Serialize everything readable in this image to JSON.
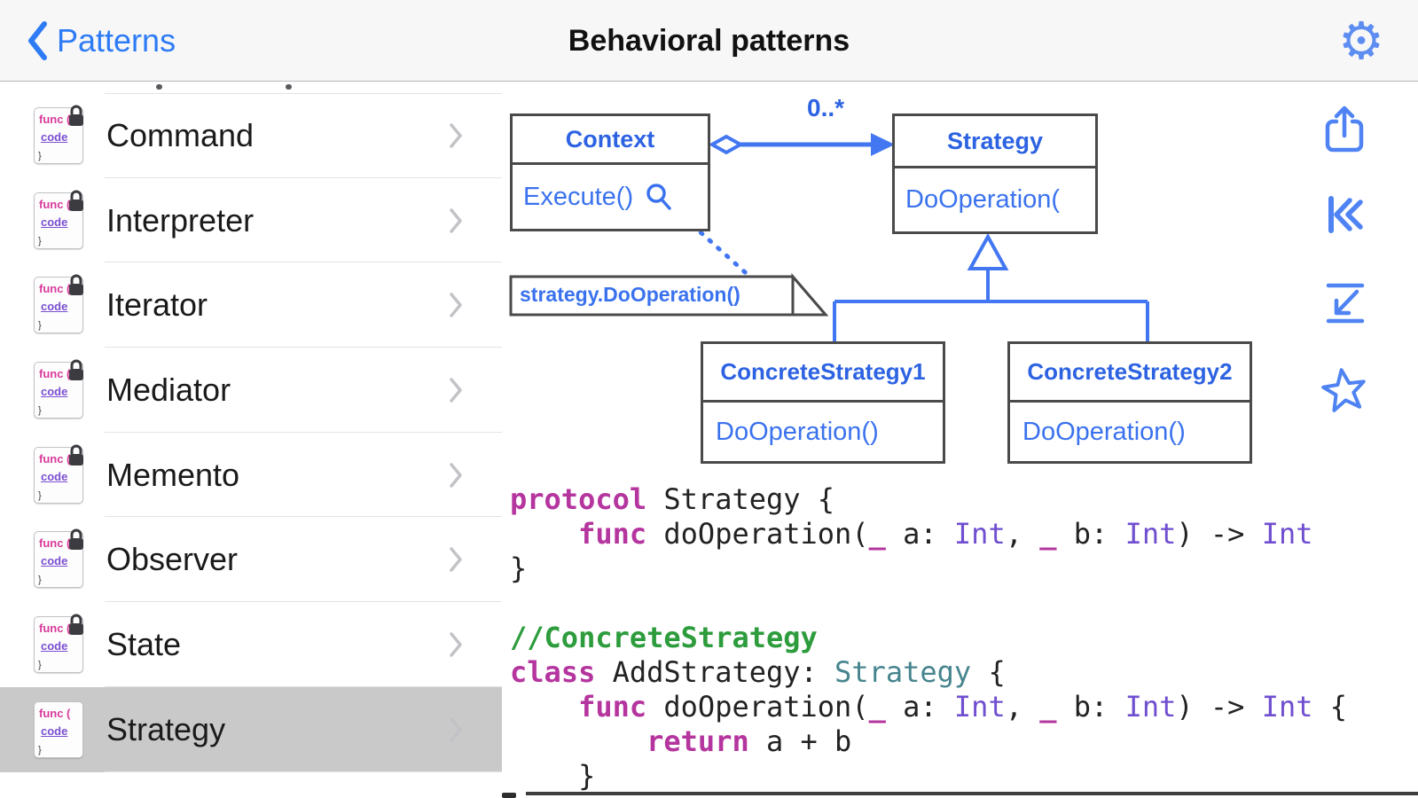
{
  "nav": {
    "back_label": "Patterns",
    "title": "Behavioral patterns"
  },
  "sidebar": {
    "icon_text_line1": "func (",
    "icon_text_line2": "code",
    "icon_text_line3": "}",
    "items": [
      {
        "label": "Command",
        "locked": true,
        "selected": false
      },
      {
        "label": "Interpreter",
        "locked": true,
        "selected": false
      },
      {
        "label": "Iterator",
        "locked": true,
        "selected": false
      },
      {
        "label": "Mediator",
        "locked": true,
        "selected": false
      },
      {
        "label": "Memento",
        "locked": true,
        "selected": false
      },
      {
        "label": "Observer",
        "locked": true,
        "selected": false
      },
      {
        "label": "State",
        "locked": true,
        "selected": false
      },
      {
        "label": "Strategy",
        "locked": false,
        "selected": true
      }
    ]
  },
  "diagram": {
    "classes": [
      {
        "name": "Context",
        "member": "Execute()"
      },
      {
        "name": "Strategy",
        "member": "DoOperation("
      },
      {
        "name": "ConcreteStrategy1",
        "member": "DoOperation()"
      },
      {
        "name": "ConcreteStrategy2",
        "member": "DoOperation()"
      }
    ],
    "association_label": "0..*",
    "note_text": "strategy.DoOperation()"
  },
  "code": {
    "lines": [
      [
        {
          "t": "protocol",
          "c": "kw"
        },
        {
          "t": " Strategy {",
          "c": "pl"
        }
      ],
      [
        {
          "t": "    ",
          "c": "pl"
        },
        {
          "t": "func",
          "c": "kw"
        },
        {
          "t": " doOperation(",
          "c": "pl"
        },
        {
          "t": "_",
          "c": "kw"
        },
        {
          "t": " a: ",
          "c": "pl"
        },
        {
          "t": "Int",
          "c": "ty"
        },
        {
          "t": ", ",
          "c": "pl"
        },
        {
          "t": "_",
          "c": "kw"
        },
        {
          "t": " b: ",
          "c": "pl"
        },
        {
          "t": "Int",
          "c": "ty"
        },
        {
          "t": ") -> ",
          "c": "pl"
        },
        {
          "t": "Int",
          "c": "ty"
        }
      ],
      [
        {
          "t": "}",
          "c": "pl"
        }
      ],
      [],
      [
        {
          "t": "//ConcreteStrategy",
          "c": "cm"
        }
      ],
      [
        {
          "t": "class",
          "c": "kw"
        },
        {
          "t": " AddStrategy: ",
          "c": "pl"
        },
        {
          "t": "Strategy",
          "c": "cr"
        },
        {
          "t": " {",
          "c": "pl"
        }
      ],
      [
        {
          "t": "    ",
          "c": "pl"
        },
        {
          "t": "func",
          "c": "kw"
        },
        {
          "t": " doOperation(",
          "c": "pl"
        },
        {
          "t": "_",
          "c": "kw"
        },
        {
          "t": " a: ",
          "c": "pl"
        },
        {
          "t": "Int",
          "c": "ty"
        },
        {
          "t": ", ",
          "c": "pl"
        },
        {
          "t": "_",
          "c": "kw"
        },
        {
          "t": " b: ",
          "c": "pl"
        },
        {
          "t": "Int",
          "c": "ty"
        },
        {
          "t": ") -> ",
          "c": "pl"
        },
        {
          "t": "Int",
          "c": "ty"
        },
        {
          "t": " {",
          "c": "pl"
        }
      ],
      [
        {
          "t": "        ",
          "c": "pl"
        },
        {
          "t": "return",
          "c": "kw"
        },
        {
          "t": " a + b",
          "c": "pl"
        }
      ],
      [
        {
          "t": "    }",
          "c": "pl"
        }
      ]
    ]
  },
  "colors": {
    "accent_blue": "#2d7bf5",
    "diagram_blue": "#3a72ee",
    "diagram_text_blue": "#2d63e2",
    "selected_row_gray": "#c9c9c9",
    "keyword_magenta": "#b5359f",
    "type_purple": "#6f4fd0",
    "classref_teal": "#47858e",
    "comment_green": "#2d9c3c"
  }
}
